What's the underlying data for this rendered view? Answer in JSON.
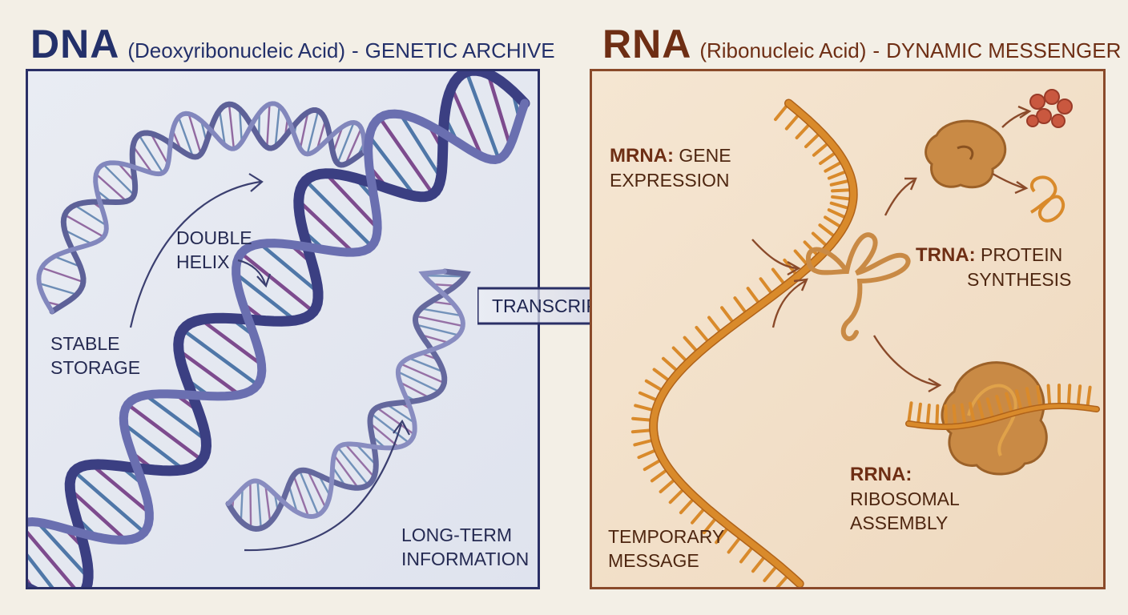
{
  "dna": {
    "acronym": "DNA",
    "full_name": "(Deoxyribonucleic Acid)",
    "separator": "-",
    "subtitle": "GENETIC ARCHIVE",
    "labels": {
      "double_helix_1": "DOUBLE",
      "double_helix_2": "HELIX",
      "stable_1": "STABLE",
      "stable_2": "STORAGE",
      "longterm_1": "LONG-TERM",
      "longterm_2": "INFORMATION"
    },
    "colors": {
      "strand": "#3b3f82",
      "strand_light": "#6a6fb0",
      "base_a": "#7d4b8e",
      "base_b": "#4f77a8",
      "border": "#2a2f66"
    }
  },
  "transcription": {
    "label": "TRANSCRIPTION"
  },
  "rna": {
    "acronym": "RNA",
    "full_name": "(Ribonucleic Acid)",
    "separator": "-",
    "subtitle": "DYNAMIC MESSENGER",
    "labels": {
      "mrna_key": "mRNA:",
      "mrna_1": "GENE",
      "mrna_2": "EXPRESSION",
      "trna_key": "tRNA:",
      "trna_1": "PROTEIN",
      "trna_2": "SYNTHESIS",
      "rrna_key": "rRNA:",
      "rrna_1": "RIBOSOMAL",
      "rrna_2": "ASSEMBLY",
      "temp_1": "TEMPORARY",
      "temp_2": "MESSAGE"
    },
    "colors": {
      "strand": "#d98a2b",
      "strand_dark": "#b0631a",
      "blob": "#c98a45",
      "blob_dark": "#9c6128",
      "protein": "#c9583f",
      "arrow": "#8a4a2a",
      "border": "#8a4a2a"
    }
  }
}
